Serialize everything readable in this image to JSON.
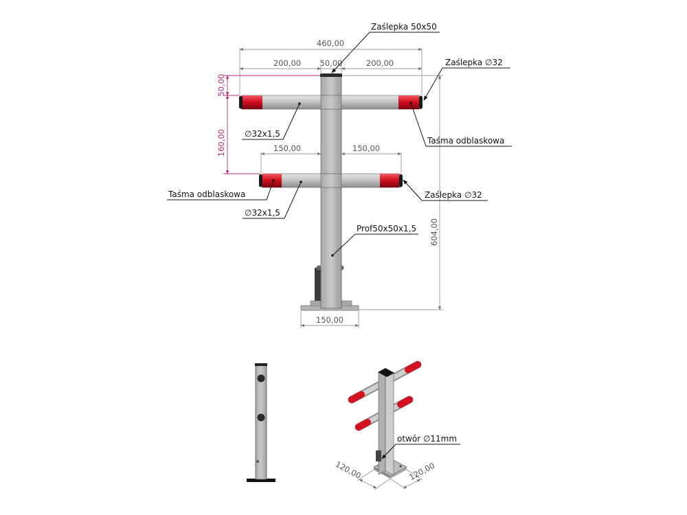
{
  "labels": {
    "cap_square": "Zaślepka 50x50",
    "cap_round_top": "Zaślepka ∅32",
    "cap_round_bottom": "Zaślepka ∅32",
    "tape_right": "Taśma odblaskowa",
    "tape_left": "Taśma odblaskowa",
    "pipe_top": "∅32x1,5",
    "pipe_bottom": "∅32x1,5",
    "profile": "Prof50x50x1,5",
    "hole": "otwór ∅11mm"
  },
  "dimensions": {
    "total_width": "460,00",
    "left_arm": "200,00",
    "post_width": "50,00",
    "right_arm": "200,00",
    "top_offset": "50,00",
    "arm_spacing": "160,00",
    "lower_left_arm": "150,00",
    "lower_right_arm": "150,00",
    "height": "604,00",
    "base_width": "150,00",
    "base_x": "120,00",
    "base_y": "120,00"
  },
  "colors": {
    "steel": "#b9b9b9",
    "steel_dark": "#8f8f8f",
    "reflective": "#d4111f",
    "reflective_dark": "#8a0810",
    "magenta_dim": "#b0297a"
  }
}
